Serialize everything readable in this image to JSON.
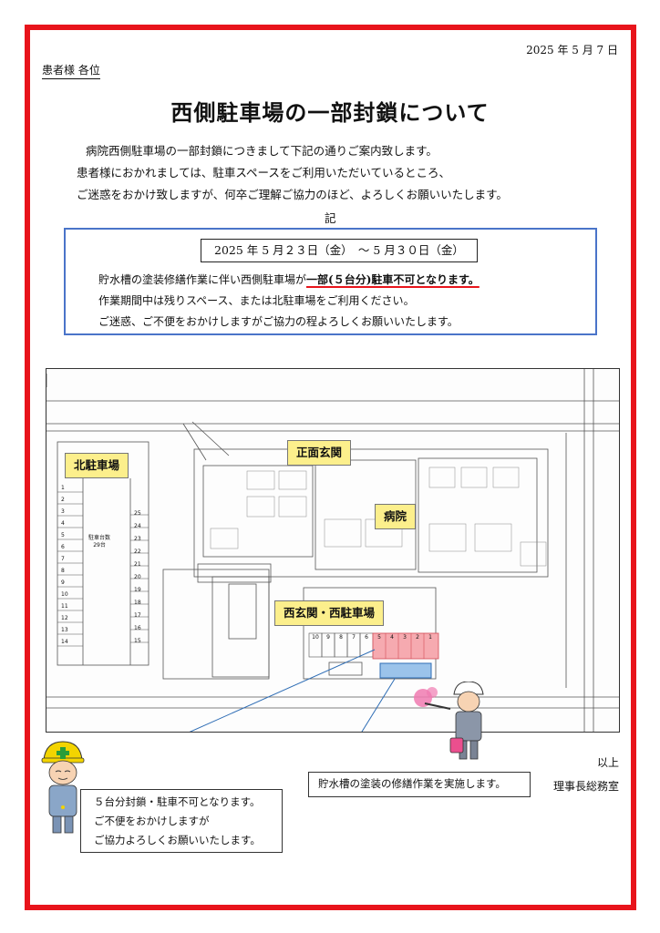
{
  "header": {
    "date": "2025 年 5 月 7 日",
    "recipient": "患者様 各位"
  },
  "title": "西側駐車場の一部封鎖について",
  "intro": {
    "line1": "病院西側駐車場の一部封鎖につきまして下記の通りご案内致します。",
    "line2": "患者様におかれましては、駐車スペースをご利用いただいているところ、",
    "line3": "ご迷惑をおかけ致しますが、何卒ご理解ご協力のほど、よろしくお願いいたします。"
  },
  "ki": "記",
  "notice": {
    "period": "2025 年 5 月２３日（金）　～ 5 月３０日（金）",
    "line1_pre": "貯水槽の塗装修繕作業に伴い西側駐車場が",
    "line1_hl": "一部(５台分)駐車不可となります。",
    "line2": "作業期間中は残りスペース、または北駐車場をご利用ください。",
    "line3": "ご迷惑、ご不便をおかけしますがご協力の程よろしくお願いいたします。"
  },
  "map": {
    "north_parking": "北駐車場",
    "main_entrance": "正面玄関",
    "hospital": "病院",
    "west_parking": "西玄関・西駐車場",
    "north_total": "駐車台数\n29台",
    "north_numbers_left": [
      "1",
      "2",
      "3",
      "4",
      "5",
      "6",
      "7",
      "8",
      "9",
      "10",
      "11",
      "12",
      "13",
      "14"
    ],
    "north_numbers_right": [
      "25",
      "24",
      "23",
      "22",
      "21",
      "20",
      "19",
      "18",
      "17",
      "16",
      "15"
    ],
    "west_numbers": [
      "10",
      "9",
      "8",
      "7",
      "6",
      "5",
      "4",
      "3",
      "2",
      "1"
    ],
    "colors": {
      "closed_fill": "#f6aab0",
      "tank_fill": "#9bc3ea",
      "label_bg": "#fcef8c"
    }
  },
  "callout1": {
    "line1": "５台分封鎖・駐車不可となります。",
    "line2": "ご不便をおかけしますが",
    "line3": "ご協力よろしくお願いいたします。"
  },
  "callout2": "貯水槽の塗装の修繕作業を実施します。",
  "closing": {
    "end": "以上",
    "dept": "理事長総務室"
  }
}
